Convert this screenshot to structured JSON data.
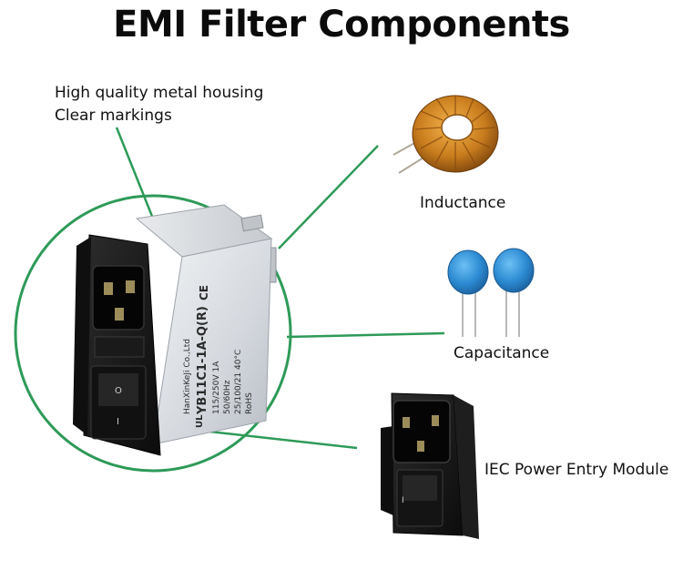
{
  "title": "EMI Filter Components",
  "labels": {
    "housing_line1": "High quality metal housing",
    "housing_line2": "Clear markings",
    "inductance": "Inductance",
    "capacitance": "Capacitance",
    "iec_module": "IEC Power Entry Module"
  },
  "filter_markings": {
    "brand": "HanXinKeJi Co.,Ltd",
    "model": "YB11C1-1A-Q(R)",
    "rating1": "115/250V 1A",
    "rating2": "50/60Hz",
    "rating3": "25/100/21 40°C",
    "rohs": "RoHS"
  },
  "colors": {
    "accent_green": "#2e9a58",
    "housing_silver": "#dcdfe3",
    "module_black": "#151515",
    "capacitor_blue": "#2f8fd6",
    "inductor_copper": "#c8801f"
  },
  "icons": {
    "ce": "CE",
    "ul": "UL"
  }
}
